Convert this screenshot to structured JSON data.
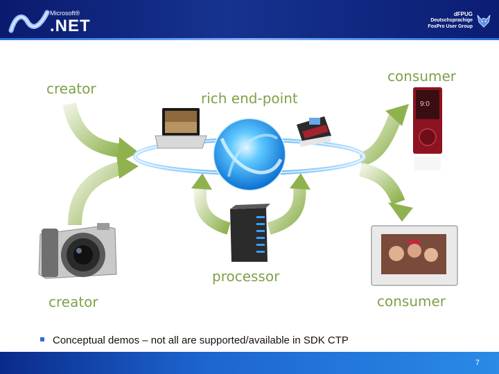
{
  "header": {
    "brand_small": "Microsoft®",
    "brand_main": ".NET",
    "org_name": "dFPUG",
    "org_line1": "Deutschsprachige",
    "org_line2": "FoxPro User Group",
    "background": "#0b1d73"
  },
  "diagram": {
    "labels": {
      "creator_top": "creator",
      "creator_bottom": "creator",
      "rich_end_point": "rich end-point",
      "consumer_top": "consumer",
      "consumer_bottom": "consumer",
      "processor": "processor"
    },
    "label_color": "#7ea14a",
    "devices": [
      "laptop-icon",
      "photo-printer-icon",
      "media-player-icon",
      "server-icon",
      "digital-camera-icon",
      "photo-frame-icon"
    ],
    "hub": "globe-orb-icon"
  },
  "bullets": [
    "Conceptual demos – not all are supported/available in SDK CTP"
  ],
  "footer": {
    "page_number": "7"
  }
}
